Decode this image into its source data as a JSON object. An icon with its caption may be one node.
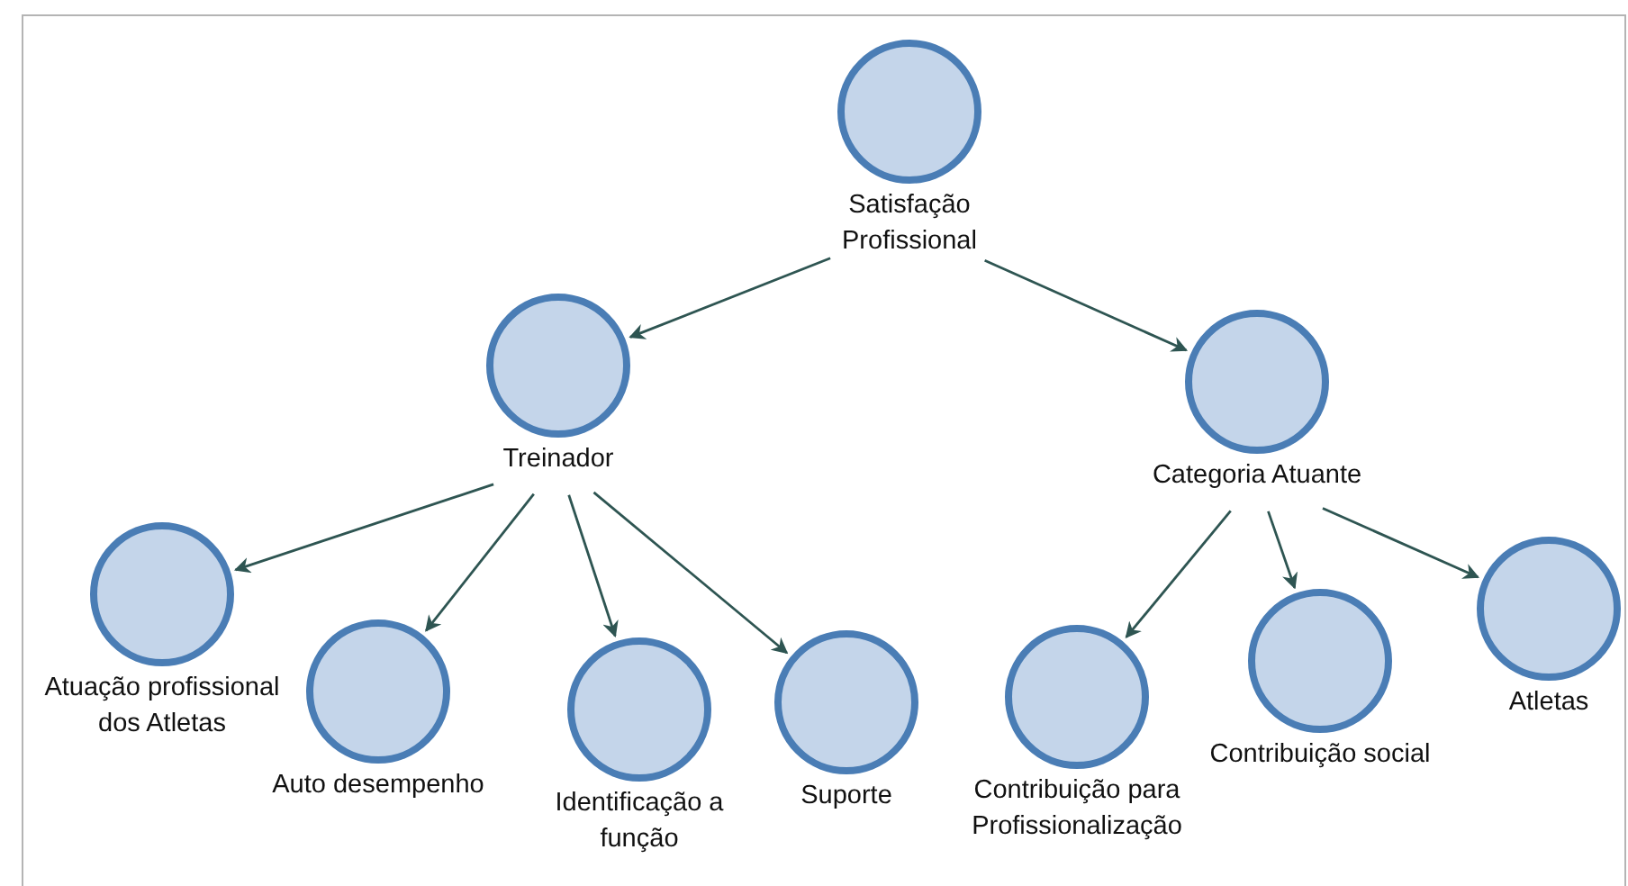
{
  "diagram": {
    "nodes": [
      {
        "text": [
          "Satisfação Profissional"
        ]
      },
      {
        "text": [
          "Treinador"
        ]
      },
      {
        "text": [
          "Categoria Atuante"
        ]
      },
      {
        "text": [
          "Atuação profissional dos Atletas"
        ]
      },
      {
        "text": [
          "Auto desempenho"
        ]
      },
      {
        "text": [
          "Identificação a função"
        ]
      },
      {
        "text": [
          "Suporte"
        ]
      },
      {
        "text": [
          "Contribuição para Profissionalização"
        ]
      },
      {
        "text": [
          "Contribuição social"
        ]
      },
      {
        "text": [
          "Atletas"
        ]
      }
    ],
    "edges": [
      {
        "from": 0,
        "to": 1,
        "arrow": "to"
      },
      {
        "from": 0,
        "to": 2,
        "arrow": "to"
      },
      {
        "from": 1,
        "to": 3,
        "arrow": "to"
      },
      {
        "from": 1,
        "to": 4,
        "arrow": "to"
      },
      {
        "from": 1,
        "to": 5,
        "arrow": "to"
      },
      {
        "from": 1,
        "to": 6,
        "arrow": "to"
      },
      {
        "from": 2,
        "to": 7,
        "arrow": "to"
      },
      {
        "from": 2,
        "to": 8,
        "arrow": "to"
      },
      {
        "from": 2,
        "to": 9,
        "arrow": "to"
      }
    ]
  }
}
